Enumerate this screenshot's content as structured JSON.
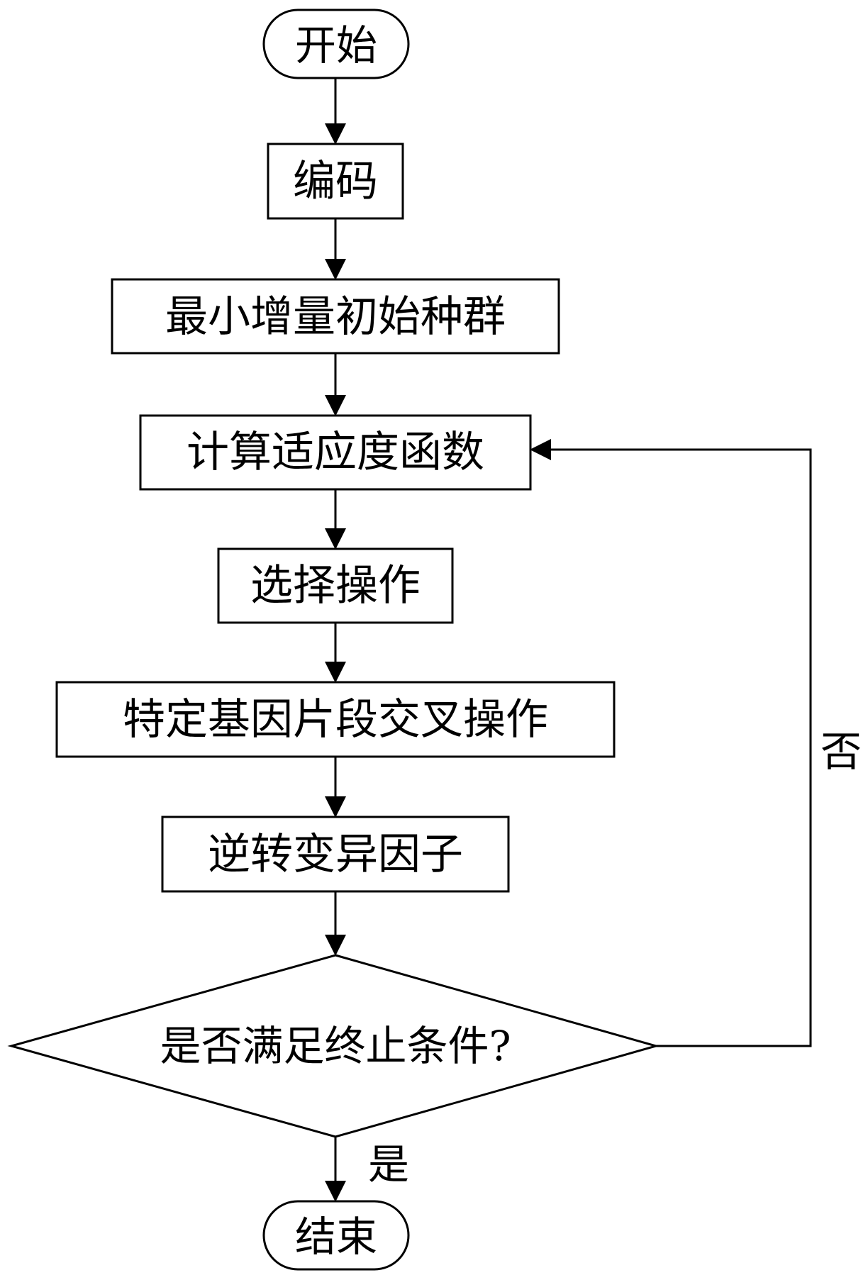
{
  "diagram": {
    "nodes": {
      "start": {
        "label": "开始",
        "shape": "terminal"
      },
      "encode": {
        "label": "编码",
        "shape": "process"
      },
      "init_population": {
        "label": "最小增量初始种群",
        "shape": "process"
      },
      "fitness": {
        "label": "计算适应度函数",
        "shape": "process"
      },
      "selection": {
        "label": "选择操作",
        "shape": "process"
      },
      "crossover": {
        "label": "特定基因片段交叉操作",
        "shape": "process"
      },
      "mutation": {
        "label": "逆转变异因子",
        "shape": "process"
      },
      "decision": {
        "label": "是否满足终止条件?",
        "shape": "decision"
      },
      "end": {
        "label": "结束",
        "shape": "terminal"
      }
    },
    "edges": {
      "yes_label": "是",
      "no_label": "否"
    },
    "colors": {
      "stroke": "#000000",
      "fill": "#ffffff",
      "text": "#000000"
    }
  }
}
